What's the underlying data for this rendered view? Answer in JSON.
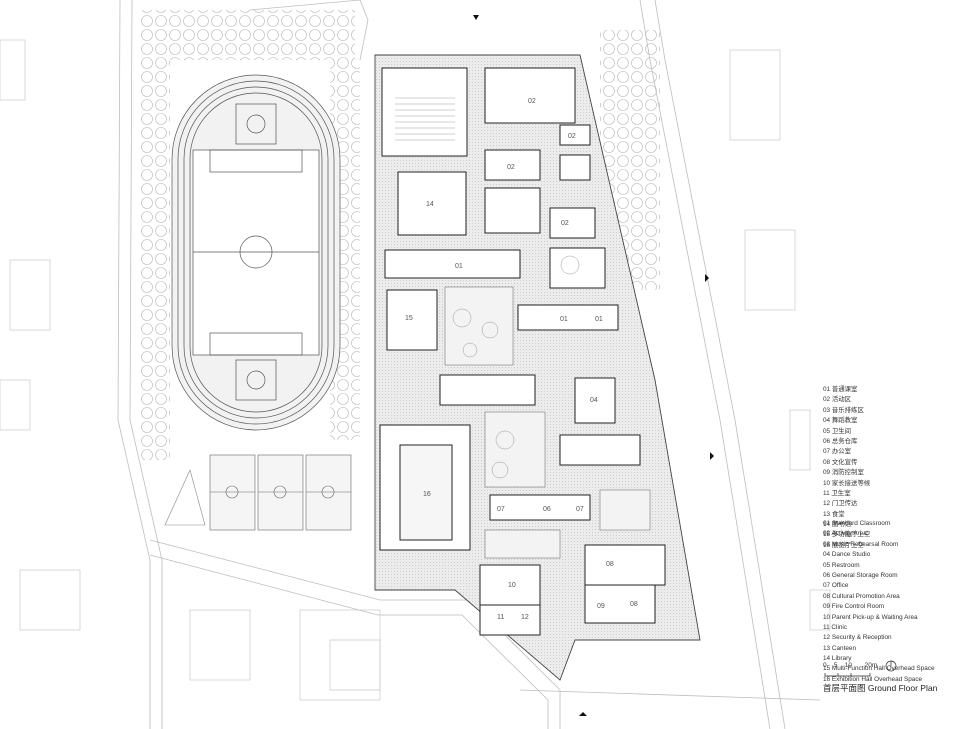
{
  "legend_cn": [
    "01 普通课室",
    "02 活动区",
    "03 音乐排练区",
    "04 舞蹈教室",
    "05 卫生间",
    "06 总务仓库",
    "07 办公室",
    "08 文化宣传",
    "09 消防控制室",
    "10 家长接送等候",
    "11 卫生室",
    "12 门卫传达",
    "13 食堂",
    "14 图书馆",
    "15 多功能厅上空",
    "16 展览厅上空"
  ],
  "legend_en": [
    "01 Standard Classroom",
    "02 Activity Area",
    "03 Music Rehearsal Room",
    "04 Dance Studio",
    "05 Restroom",
    "06 General Storage Room",
    "07 Office",
    "08 Cultural Promotion Area",
    "09 Fire Control Room",
    "10 Parent Pick-up & Waiting Area",
    "11 Clinic",
    "12 Security & Reception",
    "13 Canteen",
    "14 Library",
    "15 Multi-Function Hall Overhead Space",
    "16 Exhibition Hall Overhead Space"
  ],
  "scale": {
    "ticks": [
      "0",
      "5",
      "10",
      "20m"
    ]
  },
  "title": "首层平面图 Ground Floor Plan",
  "room_labels": [
    {
      "id": "02",
      "text": "02"
    },
    {
      "id": "02b",
      "text": "02"
    },
    {
      "id": "02c",
      "text": "02"
    },
    {
      "id": "02d",
      "text": "02"
    },
    {
      "id": "14",
      "text": "14"
    },
    {
      "id": "01a",
      "text": "01"
    },
    {
      "id": "15",
      "text": "15"
    },
    {
      "id": "01b",
      "text": "01"
    },
    {
      "id": "01c",
      "text": "01"
    },
    {
      "id": "04",
      "text": "04"
    },
    {
      "id": "16",
      "text": "16"
    },
    {
      "id": "07a",
      "text": "07"
    },
    {
      "id": "06",
      "text": "06"
    },
    {
      "id": "07b",
      "text": "07"
    },
    {
      "id": "08a",
      "text": "08"
    },
    {
      "id": "10",
      "text": "10"
    },
    {
      "id": "09",
      "text": "09"
    },
    {
      "id": "08b",
      "text": "08"
    },
    {
      "id": "11",
      "text": "11"
    },
    {
      "id": "12",
      "text": "12"
    }
  ]
}
